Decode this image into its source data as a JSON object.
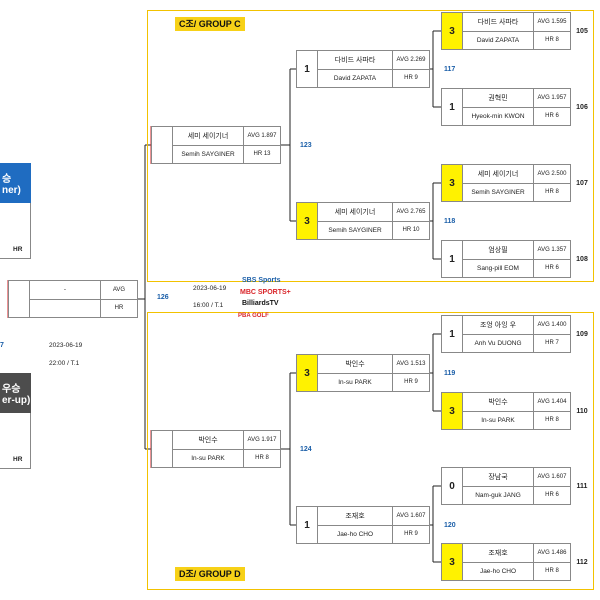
{
  "groups": {
    "c": {
      "label": "C조/ GROUP C"
    },
    "d": {
      "label": "D조/ GROUP D"
    }
  },
  "round1": [
    {
      "match": "105",
      "score": "3",
      "win": true,
      "kr": "다비드 사파타",
      "en": "David ZAPATA",
      "avg": "AVG 1.595",
      "hr": "HR 8"
    },
    {
      "match": "106",
      "score": "1",
      "win": false,
      "kr": "권혁민",
      "en": "Hyeok-min KWON",
      "avg": "AVG 1.957",
      "hr": "HR 6"
    },
    {
      "match": "107",
      "score": "3",
      "win": true,
      "kr": "세미 세이기너",
      "en": "Semih SAYGINER",
      "avg": "AVG 2.500",
      "hr": "HR 8"
    },
    {
      "match": "108",
      "score": "1",
      "win": false,
      "kr": "엄상필",
      "en": "Sang-pill EOM",
      "avg": "AVG 1.357",
      "hr": "HR 6"
    },
    {
      "match": "109",
      "score": "1",
      "win": false,
      "kr": "조엉 아잉 우",
      "en": "Anh Vu DUONG",
      "avg": "AVG 1.400",
      "hr": "HR 7"
    },
    {
      "match": "110",
      "score": "3",
      "win": true,
      "kr": "박인수",
      "en": "In-su PARK",
      "avg": "AVG 1.404",
      "hr": "HR 8"
    },
    {
      "match": "111",
      "score": "0",
      "win": false,
      "kr": "장남국",
      "en": "Nam-guk JANG",
      "avg": "AVG 1.607",
      "hr": "HR 6"
    },
    {
      "match": "112",
      "score": "3",
      "win": true,
      "kr": "조재호",
      "en": "Jae-ho CHO",
      "avg": "AVG 1.486",
      "hr": "HR 8"
    }
  ],
  "round2": [
    {
      "score": "1",
      "win": false,
      "kr": "다비드 사파타",
      "en": "David ZAPATA",
      "avg": "AVG 2.269",
      "hr": "HR 9"
    },
    {
      "score": "3",
      "win": true,
      "kr": "세미 세이기너",
      "en": "Semih SAYGINER",
      "avg": "AVG 2.765",
      "hr": "HR 10"
    },
    {
      "score": "3",
      "win": true,
      "kr": "박인수",
      "en": "In-su PARK",
      "avg": "AVG 1.513",
      "hr": "HR 9"
    },
    {
      "score": "1",
      "win": false,
      "kr": "조재호",
      "en": "Jae-ho CHO",
      "avg": "AVG 1.607",
      "hr": "HR 9"
    }
  ],
  "round2_links": [
    "117",
    "118",
    "119",
    "120"
  ],
  "semis": [
    {
      "kr": "세미 세이기너",
      "en": "Semih SAYGINER",
      "avg": "AVG 1.897",
      "hr": "HR 13"
    },
    {
      "kr": "박인수",
      "en": "In-su PARK",
      "avg": "AVG 1.917",
      "hr": "HR 8"
    }
  ],
  "semi_links": [
    "123",
    "124"
  ],
  "final": {
    "link": "126",
    "name": "-",
    "avg": "AVG",
    "hr": "HR",
    "date": "2023-06-19",
    "time": "16:00 / T.1"
  },
  "left_panel": {
    "winner_line1": "승",
    "winner_line2": "ner)",
    "winner_hr": "HR",
    "runner_line1": "우승",
    "runner_line2": "er-up)",
    "runner_hr": "HR",
    "link_num": "7",
    "date": "2023-06-19",
    "time": "22:00 / T.1"
  },
  "logos": {
    "sbs": "SBS Sports",
    "mbc": "MBC SPORTS+",
    "billiards": "BilliardsTV",
    "pba": "PBA GOLF"
  },
  "colors": {
    "winner_yellow": "#fff200",
    "group_gold": "#f7d117",
    "link_blue": "#1a5ea8",
    "red_bracket": "#d9252a",
    "winner_blue": "#1f6cc1"
  }
}
